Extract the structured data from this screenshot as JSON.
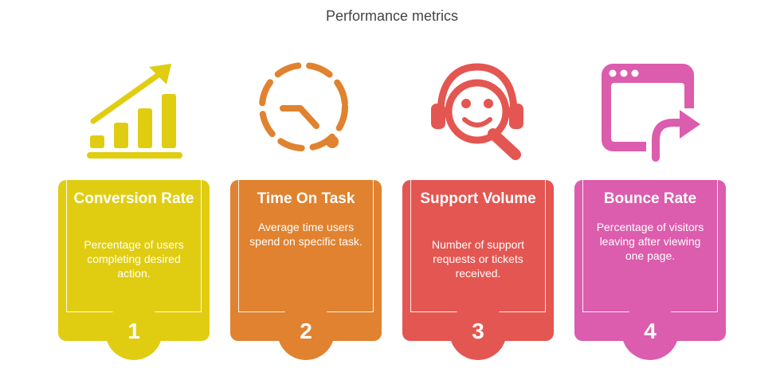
{
  "title": "Performance metrics",
  "cards": [
    {
      "title": "Conversion Rate",
      "description": "Percentage of users completing desired action.",
      "number": "1",
      "color": "#E0CD12",
      "icon": "rising-bar-chart-icon"
    },
    {
      "title": "Time On Task",
      "description": "Average time users spend on specific task.",
      "number": "2",
      "color": "#E0822F",
      "icon": "dashed-clock-icon"
    },
    {
      "title": "Support Volume",
      "description": "Number of support requests or tickets received.",
      "number": "3",
      "color": "#E45651",
      "icon": "support-headset-icon"
    },
    {
      "title": "Bounce Rate",
      "description": "Percentage of visitors leaving after viewing one page.",
      "number": "4",
      "color": "#DC5CAD",
      "icon": "browser-exit-icon"
    }
  ]
}
